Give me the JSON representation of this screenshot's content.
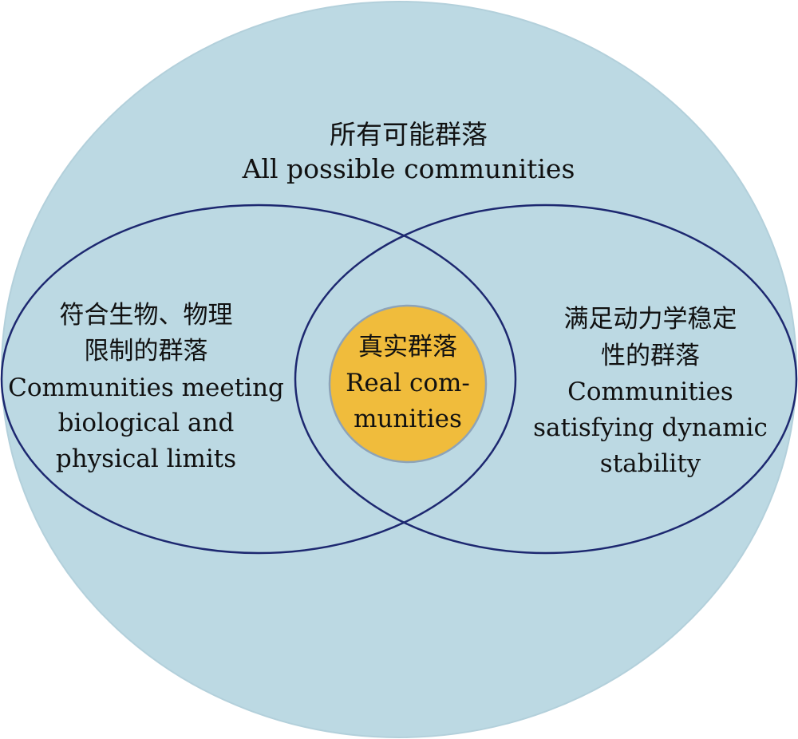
{
  "colors": {
    "outer_fill": "#bcd9e3",
    "ellipse_stroke": "#1d2870",
    "center_fill": "#f0bc3c",
    "center_stroke": "#8da3b8"
  },
  "outer_set": {
    "label_zh": "所有可能群落",
    "label_en": "All possible communities"
  },
  "left_set": {
    "lines": [
      "符合生物、物理",
      "限制的群落",
      "Communities meeting",
      "biological and",
      "physical limits"
    ]
  },
  "right_set": {
    "lines": [
      "满足动力学稳定",
      "性的群落",
      "Communities",
      "satisfying dynamic",
      "stability"
    ]
  },
  "intersection": {
    "lines": [
      "真实群落",
      "Real com-",
      "munities"
    ]
  }
}
